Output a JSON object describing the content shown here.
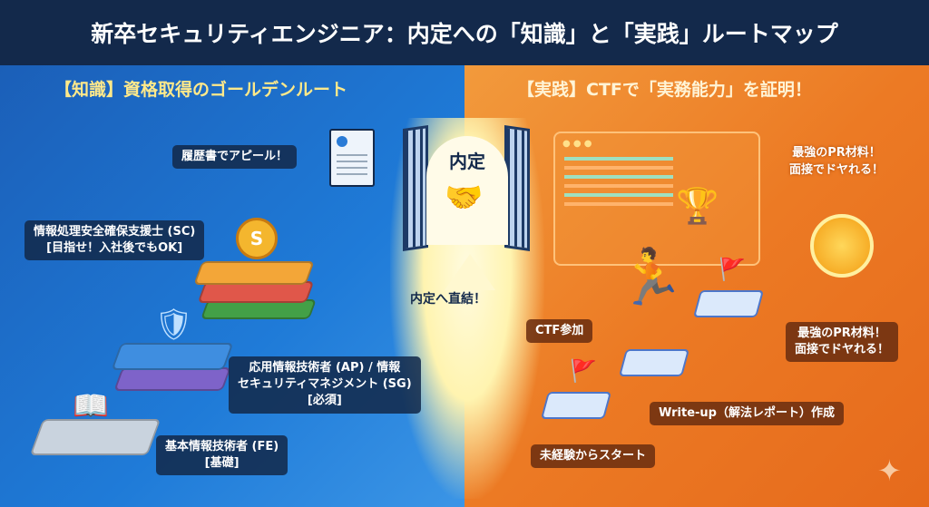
{
  "title": "新卒セキュリティエンジニア：内定への「知識」と「実践」ルートマップ",
  "left": {
    "heading": "【知識】資格取得のゴールデンルート",
    "resume_label": "履歴書でアピール！",
    "sc": {
      "line1": "情報処理安全確保支援士 (SC)",
      "line2": "[目指せ！入社後でもOK]"
    },
    "ap": {
      "line1": "応用情報技術者 (AP) / 情報",
      "line2": "セキュリティマネジメント (SG)",
      "line3": "[必須]"
    },
    "fe": {
      "line1": "基本情報技術者 (FE)",
      "line2": "[基礎]"
    },
    "badge_letter": "S"
  },
  "center": {
    "gate_label": "内定",
    "arrow_label": "内定へ直結！"
  },
  "right": {
    "heading": "【実践】CTFで「実務能力」を証明！",
    "top_text": {
      "line1": "最強のPR材料！",
      "line2": "面接でドヤれる！"
    },
    "medal_box": {
      "line1": "最強のPR材料！",
      "line2": "面接でドヤれる！"
    },
    "ctf": "CTF参加",
    "writeup": "Write-up（解法レポート）作成",
    "start": "未経験からスタート"
  },
  "colors": {
    "header": "#13294b",
    "blue": "#1f7bd8",
    "orange": "#ec7a24"
  }
}
